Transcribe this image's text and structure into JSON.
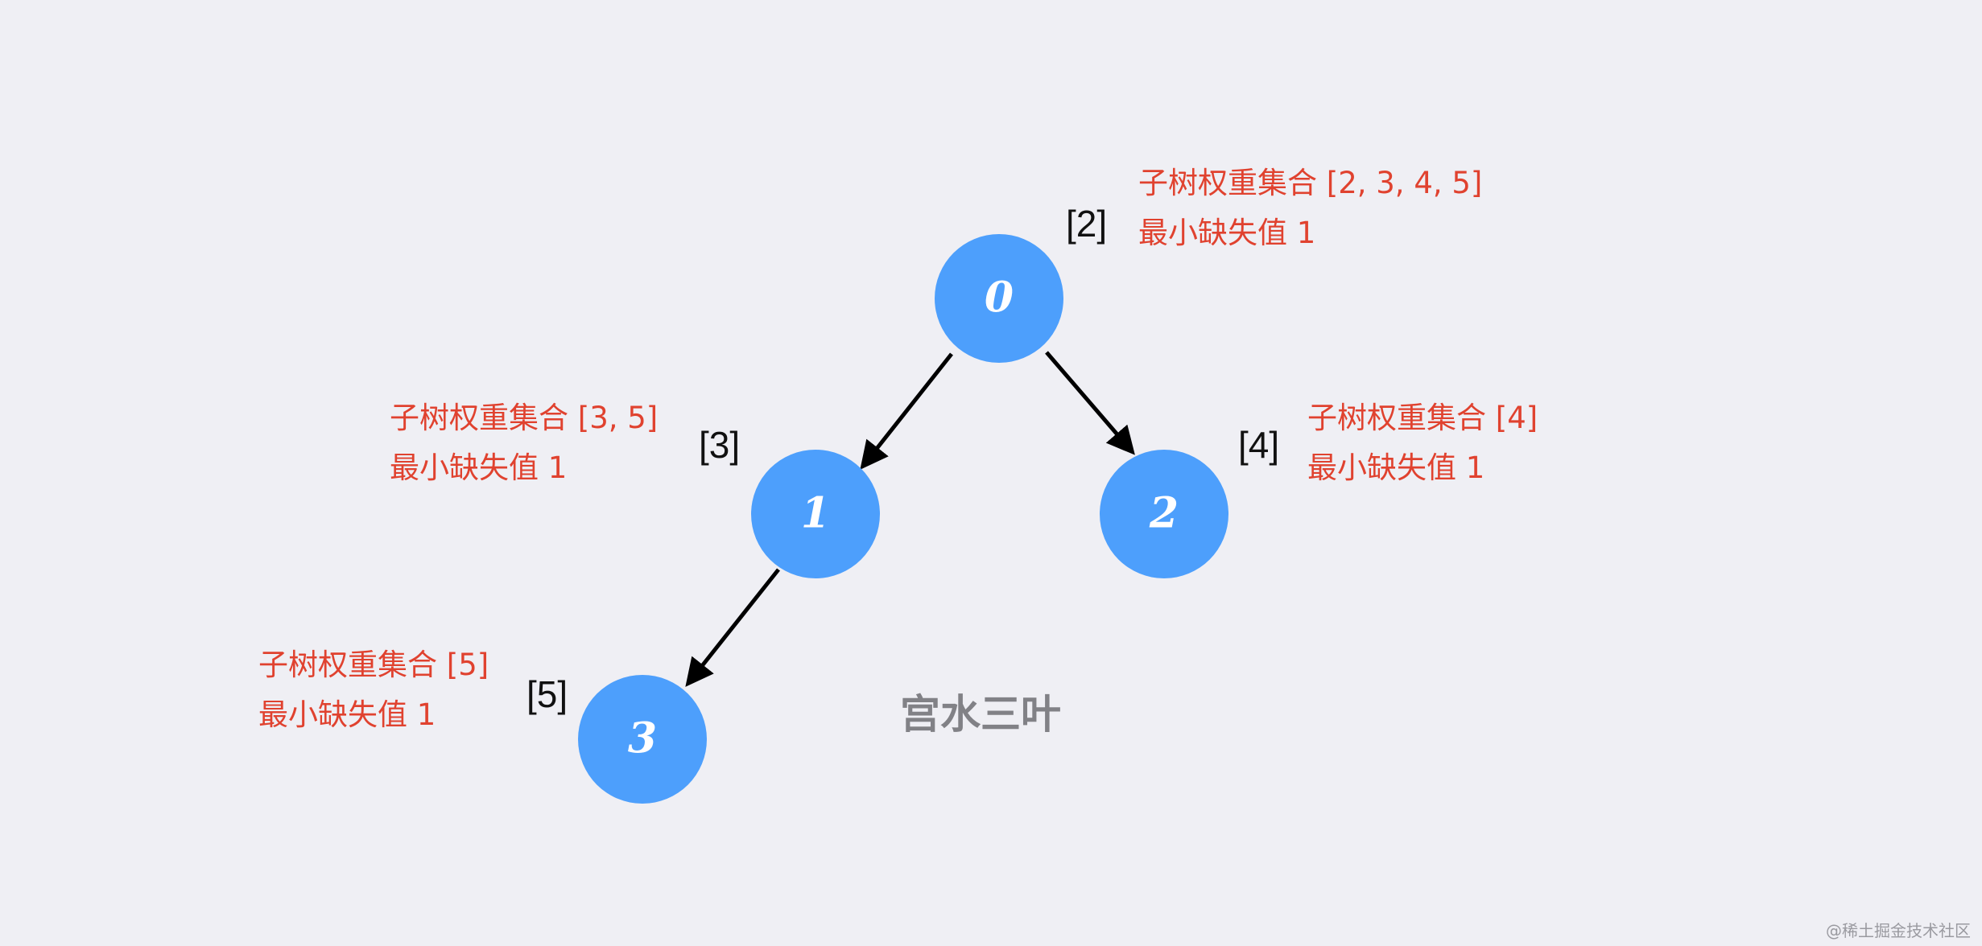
{
  "colors": {
    "background": "#efeff4",
    "node_fill": "#4d9ffc",
    "node_text": "#ffffff",
    "annotation": "#e0422f",
    "weight_text": "#111111",
    "edge": "#000000"
  },
  "nodes": [
    {
      "id": "0",
      "weight": "[2]",
      "set_line": "子树权重集合 [2, 3, 4, 5]",
      "mex_line": "最小缺失值 1"
    },
    {
      "id": "1",
      "weight": "[3]",
      "set_line": "子树权重集合 [3, 5]",
      "mex_line": "最小缺失值 1"
    },
    {
      "id": "2",
      "weight": "[4]",
      "set_line": "子树权重集合 [4]",
      "mex_line": "最小缺失值 1"
    },
    {
      "id": "3",
      "weight": "[5]",
      "set_line": "子树权重集合 [5]",
      "mex_line": "最小缺失值 1"
    }
  ],
  "edges": [
    {
      "from": "0",
      "to": "1"
    },
    {
      "from": "0",
      "to": "2"
    },
    {
      "from": "1",
      "to": "3"
    }
  ],
  "watermark": "宫水三叶",
  "site_mark": "@稀土掘金技术社区"
}
